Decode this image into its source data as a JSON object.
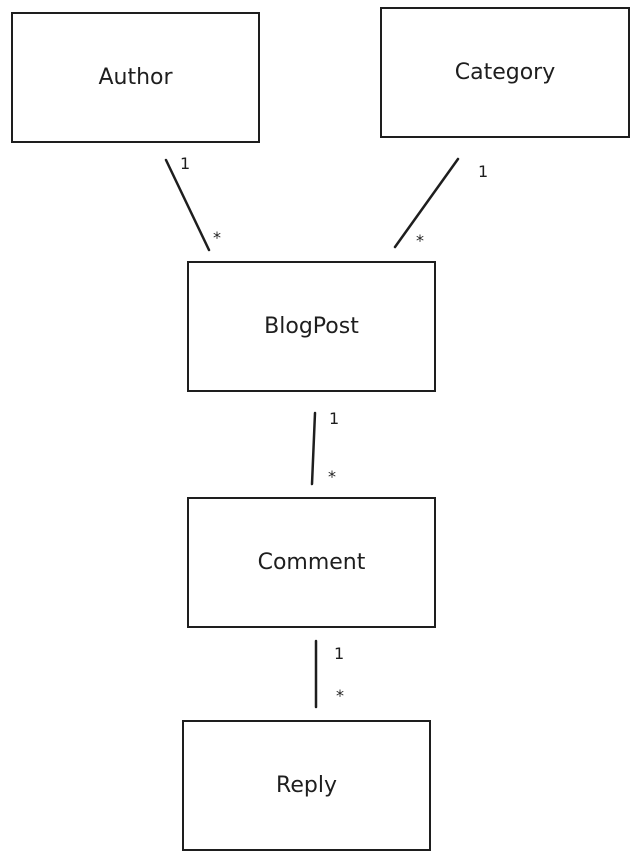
{
  "entities": {
    "author": "Author",
    "category": "Category",
    "blogpost": "BlogPost",
    "comment": "Comment",
    "reply": "Reply"
  },
  "relationships": [
    {
      "from": "Author",
      "to": "BlogPost",
      "source_multiplicity": "1",
      "target_multiplicity": "*"
    },
    {
      "from": "Category",
      "to": "BlogPost",
      "source_multiplicity": "1",
      "target_multiplicity": "*"
    },
    {
      "from": "BlogPost",
      "to": "Comment",
      "source_multiplicity": "1",
      "target_multiplicity": "*"
    },
    {
      "from": "Comment",
      "to": "Reply",
      "source_multiplicity": "1",
      "target_multiplicity": "*"
    }
  ],
  "colors": {
    "stroke": "#1e1e1e",
    "background": "#ffffff"
  }
}
